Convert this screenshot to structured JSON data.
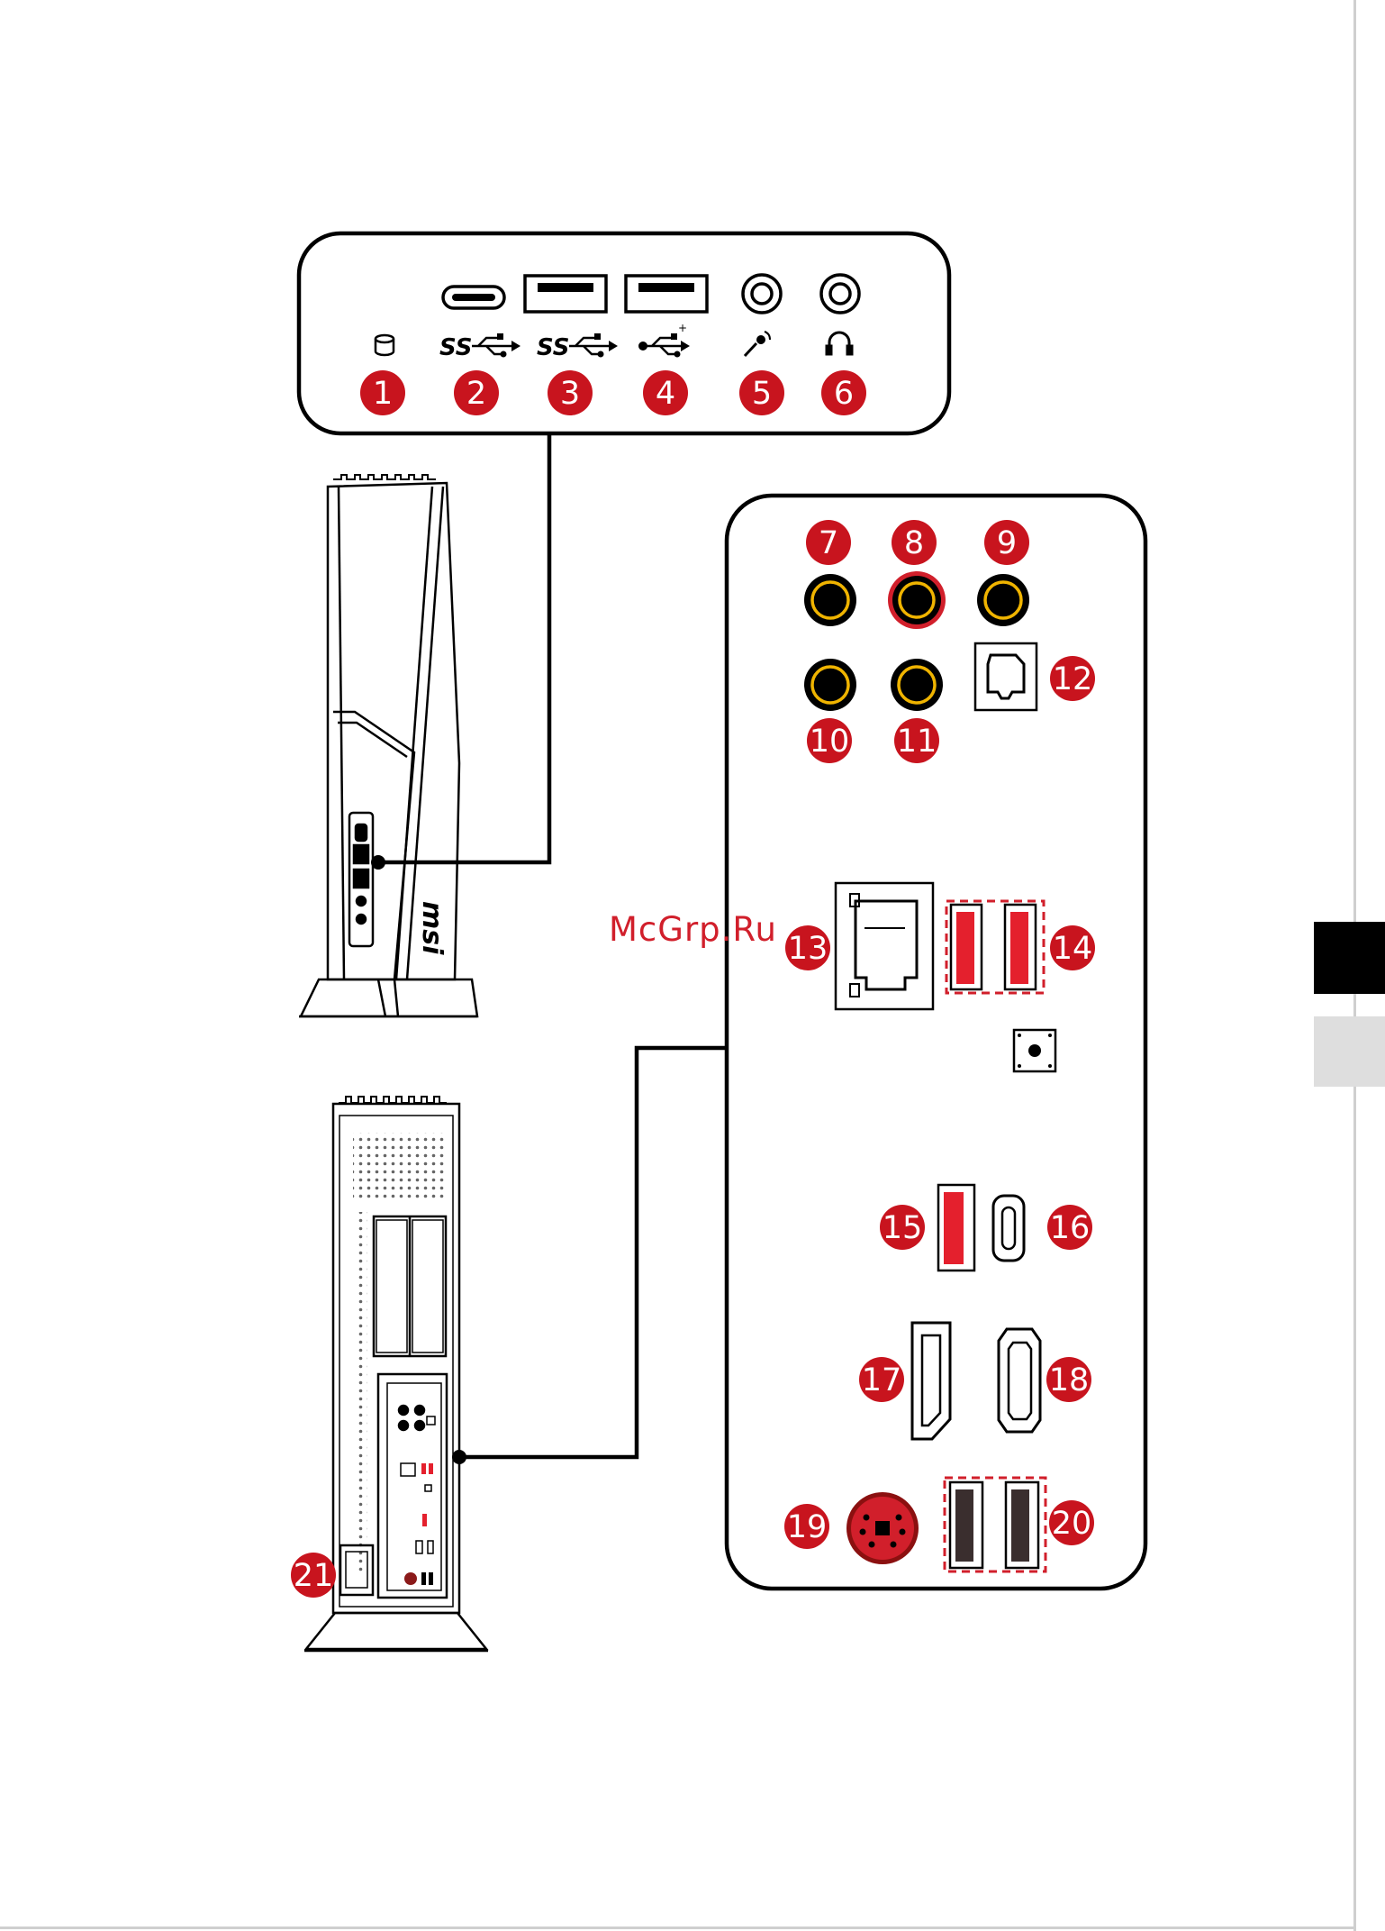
{
  "watermark": "McGrp.Ru",
  "callouts": [
    "1",
    "2",
    "3",
    "4",
    "5",
    "6",
    "7",
    "8",
    "9",
    "10",
    "11",
    "12",
    "13",
    "14",
    "15",
    "16",
    "17",
    "18",
    "19",
    "20",
    "21"
  ],
  "icons": {
    "front_1": "hard-drive-led-icon",
    "front_2": "superspeed-usb-icon",
    "front_3": "superspeed-usb-icon",
    "front_4": "usb-icon",
    "front_5": "microphone-icon",
    "front_6": "headphone-icon"
  },
  "brand_logo": "msi",
  "colors": {
    "callout_red": "#c8141e",
    "usb_red": "#e4202d",
    "audio_ring": "#f0b400",
    "line": "#000000",
    "tab_dark": "#000000",
    "tab_light": "#dedede"
  }
}
